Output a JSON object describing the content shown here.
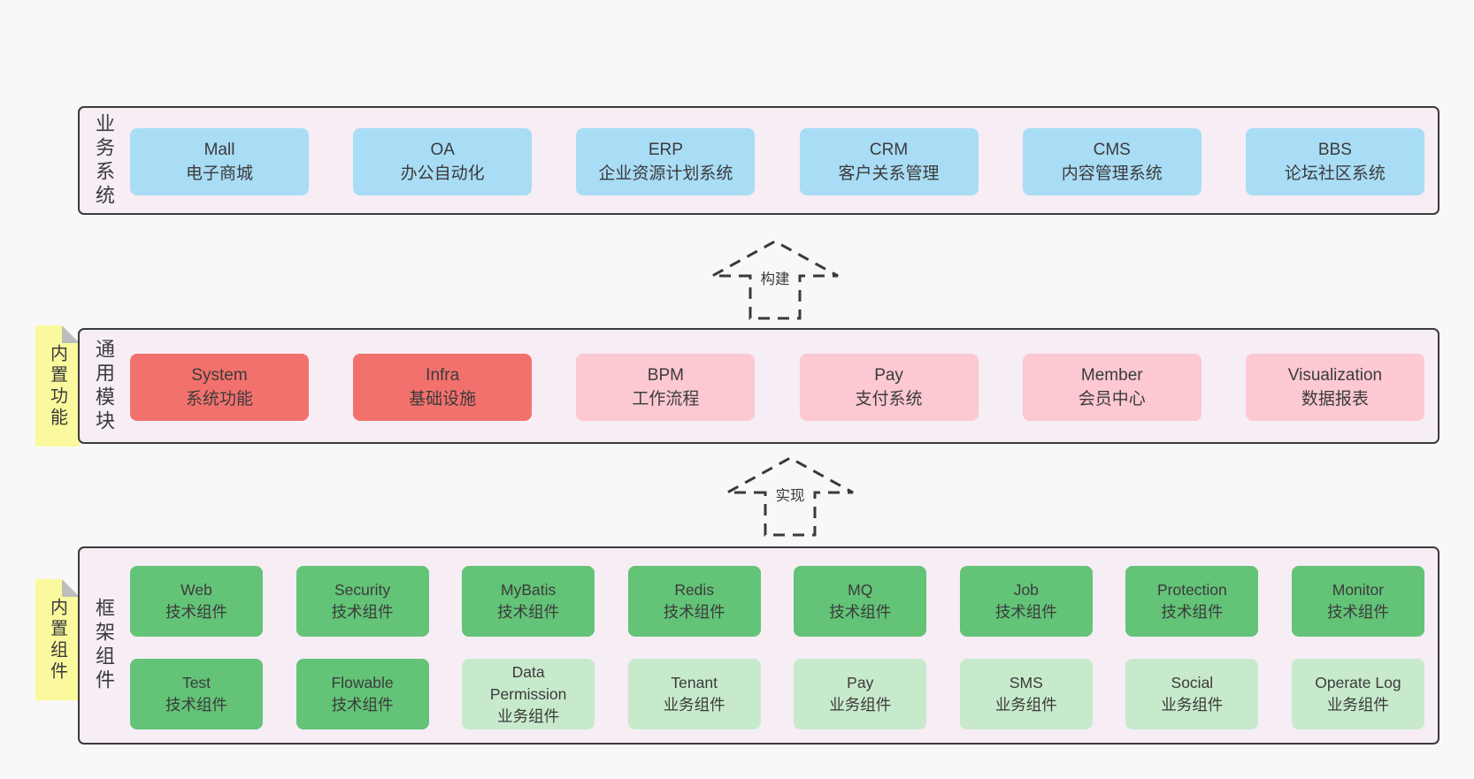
{
  "colors": {
    "page_background": "#f8f8f8",
    "layer_background": "#f6edf5",
    "layer_border": "#3b3b3b",
    "business_box": "#a9dcf5",
    "core_module_box": "#f3716d",
    "optional_module_box": "#fcc8d1",
    "tech_component_box": "#63c377",
    "biz_component_box": "#c8eacc",
    "sticky_note": "#fbf99d",
    "arrow_stroke": "#3a3a3a"
  },
  "arrows": {
    "build_label": "构建",
    "implement_label": "实现"
  },
  "business_layer": {
    "label": "业务系统",
    "boxes": [
      {
        "name": "Mall",
        "desc": "电子商城"
      },
      {
        "name": "OA",
        "desc": "办公自动化"
      },
      {
        "name": "ERP",
        "desc": "企业资源计划系统"
      },
      {
        "name": "CRM",
        "desc": "客户关系管理"
      },
      {
        "name": "CMS",
        "desc": "内容管理系统"
      },
      {
        "name": "BBS",
        "desc": "论坛社区系统"
      }
    ]
  },
  "module_layer": {
    "label": "通用模块",
    "sticky_note": "内置功能",
    "boxes": [
      {
        "name": "System",
        "desc": "系统功能",
        "variant": "red"
      },
      {
        "name": "Infra",
        "desc": "基础设施",
        "variant": "red"
      },
      {
        "name": "BPM",
        "desc": "工作流程",
        "variant": "pink"
      },
      {
        "name": "Pay",
        "desc": "支付系统",
        "variant": "pink"
      },
      {
        "name": "Member",
        "desc": "会员中心",
        "variant": "pink"
      },
      {
        "name": "Visualization",
        "desc": "数据报表",
        "variant": "pink"
      }
    ]
  },
  "component_layer": {
    "label": "框架组件",
    "sticky_note": "内置组件",
    "row1": [
      {
        "name": "Web",
        "desc": "技术组件",
        "variant": "green"
      },
      {
        "name": "Security",
        "desc": "技术组件",
        "variant": "green"
      },
      {
        "name": "MyBatis",
        "desc": "技术组件",
        "variant": "green"
      },
      {
        "name": "Redis",
        "desc": "技术组件",
        "variant": "green"
      },
      {
        "name": "MQ",
        "desc": "技术组件",
        "variant": "green"
      },
      {
        "name": "Job",
        "desc": "技术组件",
        "variant": "green"
      },
      {
        "name": "Protection",
        "desc": "技术组件",
        "variant": "green"
      },
      {
        "name": "Monitor",
        "desc": "技术组件",
        "variant": "green"
      }
    ],
    "row2": [
      {
        "name": "Test",
        "desc": "技术组件",
        "variant": "green"
      },
      {
        "name": "Flowable",
        "desc": "技术组件",
        "variant": "green"
      },
      {
        "name": "Data Permission",
        "desc": "业务组件",
        "variant": "lightgreen"
      },
      {
        "name": "Tenant",
        "desc": "业务组件",
        "variant": "lightgreen"
      },
      {
        "name": "Pay",
        "desc": "业务组件",
        "variant": "lightgreen"
      },
      {
        "name": "SMS",
        "desc": "业务组件",
        "variant": "lightgreen"
      },
      {
        "name": "Social",
        "desc": "业务组件",
        "variant": "lightgreen"
      },
      {
        "name": "Operate Log",
        "desc": "业务组件",
        "variant": "lightgreen"
      }
    ]
  }
}
